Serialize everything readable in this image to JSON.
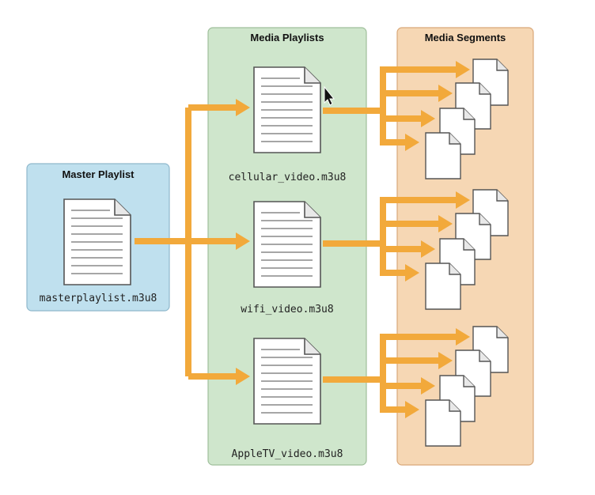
{
  "panels": {
    "master": {
      "title": "Master Playlist",
      "fill": "#bfe0ee",
      "stroke": "#8fb8cc"
    },
    "media": {
      "title": "Media Playlists",
      "fill": "#cfe6cc",
      "stroke": "#9fbf9b"
    },
    "segments": {
      "title": "Media Segments",
      "fill": "#f6d7b4",
      "stroke": "#d9a879"
    }
  },
  "files": {
    "master": "masterplaylist.m3u8",
    "cellular": "cellular_video.m3u8",
    "wifi": "wifi_video.m3u8",
    "appletv": "AppleTV_video.m3u8"
  },
  "colors": {
    "arrow": "#f2a93b",
    "doc_stroke": "#555555",
    "doc_fill": "#ffffff"
  },
  "icons": {
    "document": "document-icon",
    "cursor": "mouse-pointer-icon"
  }
}
